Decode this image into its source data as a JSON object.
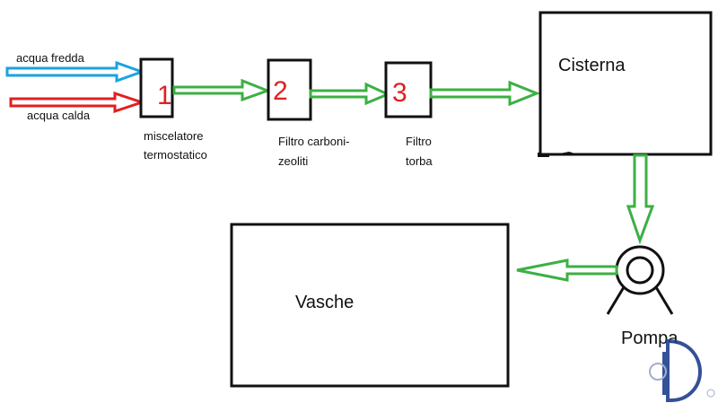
{
  "inputs": {
    "cold_water": "acqua fredda",
    "hot_water": "acqua calda"
  },
  "stages": [
    {
      "number": "1",
      "label_line1": "miscelatore",
      "label_line2": "termostatico"
    },
    {
      "number": "2",
      "label_line1": "Filtro carboni-",
      "label_line2": "zeoliti"
    },
    {
      "number": "3",
      "label_line1": "Filtro",
      "label_line2": "torba"
    }
  ],
  "tank": {
    "label": "Cisterna"
  },
  "pump": {
    "label": "Pompa"
  },
  "basins": {
    "label": "Vasche"
  },
  "colors": {
    "cold": "#1aa3e0",
    "hot": "#e02020",
    "flow": "#3cb043",
    "number": "#e02020",
    "outline": "#111111"
  }
}
